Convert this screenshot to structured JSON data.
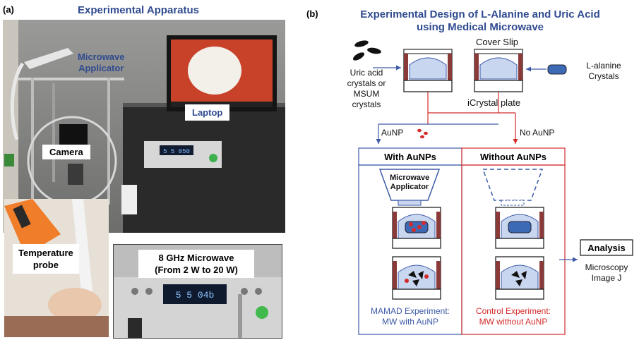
{
  "panel_a": {
    "tag": "(a)",
    "title": "Experimental Apparatus",
    "labels": {
      "microwave_applicator": "Microwave\nApplicator",
      "laptop": "Laptop",
      "camera": "Camera",
      "temperature_probe": "Temperature\nprobe",
      "microwave_line1": "8 GHz Microwave",
      "microwave_line2": "(From 2 W to 20 W)"
    },
    "device_display": "5  5  050",
    "device_display_zoom": "5  5  04b"
  },
  "panel_b": {
    "tag": "(b)",
    "title_line1": "Experimental Design of L-Alanine and Uric Acid",
    "title_line2": "using Medical Microwave",
    "cover_slip": "Cover Slip",
    "uric_acid_text": "Uric acid\ncrystals or\nMSUM\ncrystals",
    "l_alanine_text": "L-alanine\nCrystals",
    "icrystal_plate": "iCrystal plate",
    "aunp": "AuNP",
    "no_aunp": "No AuNP",
    "with_aunps": "With AuNPs",
    "without_aunps": "Without AuNPs",
    "microwave_applicator": "Microwave\nApplicator",
    "analysis": "Analysis",
    "analysis_sub": "Microscopy\nImage J",
    "mamad_caption_line1": "MAMAD Experiment:",
    "mamad_caption_line2": "MW with AuNP",
    "control_caption_line1": "Control Experiment:",
    "control_caption_line2": "MW without AuNP"
  },
  "colors": {
    "title_blue": "#2f4b8f",
    "red": "#d42a2a",
    "blue": "#3d5aa8",
    "maroon": "#8b3a3a",
    "crystal_fill": "#c8d6f0"
  }
}
